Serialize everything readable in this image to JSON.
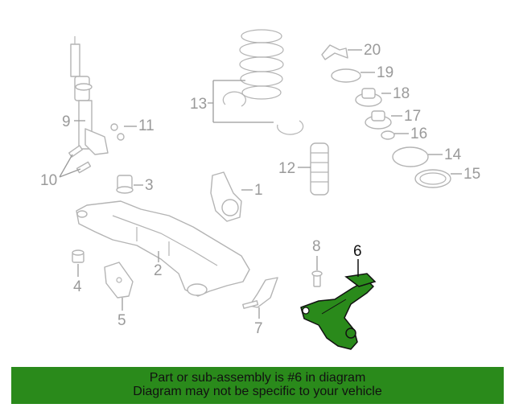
{
  "diagram": {
    "highlight_color": "#2a8a1b",
    "highlighted_part": "6",
    "callouts": {
      "c1": "1",
      "c2": "2",
      "c3": "3",
      "c4": "4",
      "c5": "5",
      "c6": "6",
      "c7": "7",
      "c8": "8",
      "c9": "9",
      "c10": "10",
      "c11": "11",
      "c12": "12",
      "c13": "13",
      "c14": "14",
      "c15": "15",
      "c16": "16",
      "c17": "17",
      "c18": "18",
      "c19": "19",
      "c20": "20"
    }
  },
  "banner": {
    "line1": "Part or sub-assembly is #6 in diagram",
    "line2": "Diagram may not be specific to your vehicle",
    "background": "#2a8a1b"
  }
}
